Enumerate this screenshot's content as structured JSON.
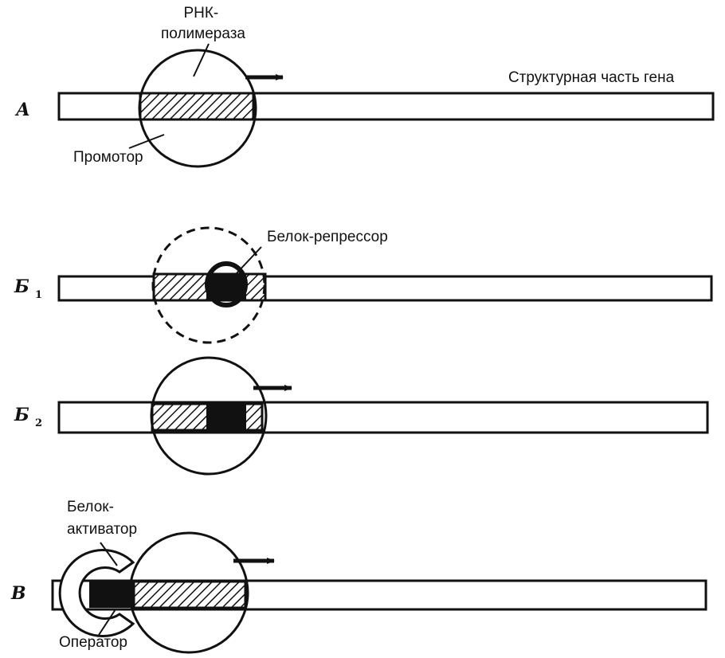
{
  "panels": {
    "a": {
      "label": "А",
      "rna_polymerase": "РНК-\nполимераза",
      "structural_part": "Структурная часть гена",
      "promoter": "Промотор"
    },
    "b1": {
      "label": "Б",
      "subscript": "1",
      "repressor": "Белок-репрессор"
    },
    "b2": {
      "label": "Б",
      "subscript": "2"
    },
    "v": {
      "label": "В",
      "activator": "Белок-\nактиватор",
      "operator": "Оператор"
    }
  },
  "colors": {
    "ink": "#111111",
    "background": "#ffffff"
  }
}
